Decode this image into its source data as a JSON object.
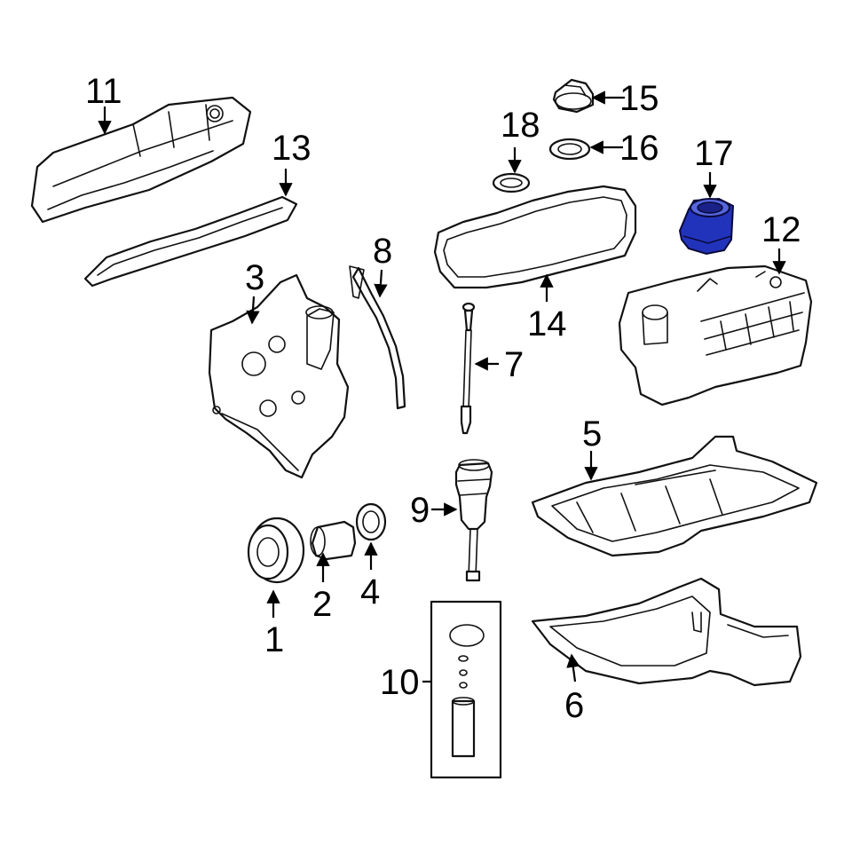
{
  "diagram": {
    "highlight_color": "#2233bb",
    "callouts": {
      "c1": "1",
      "c2": "2",
      "c3": "3",
      "c4": "4",
      "c5": "5",
      "c6": "6",
      "c7": "7",
      "c8": "8",
      "c9": "9",
      "c10": "10",
      "c11": "11",
      "c12": "12",
      "c13": "13",
      "c14": "14",
      "c15": "15",
      "c16": "16",
      "c17": "17",
      "c18": "18"
    }
  }
}
